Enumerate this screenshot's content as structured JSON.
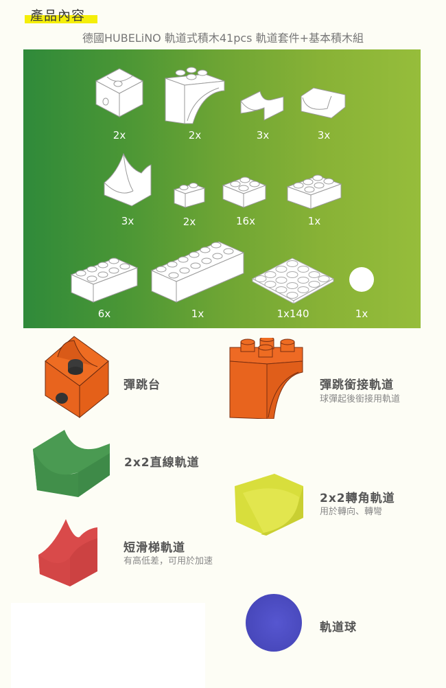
{
  "header": {
    "section_title": "產品內容",
    "highlight_color": "#f4ee0a",
    "subtitle": "德國HUBELiNO 軌道式積木41pcs 軌道套件+基本積木組"
  },
  "panel": {
    "gradient_start": "#2f8a3a",
    "gradient_end": "#96bd3b",
    "rows": [
      [
        {
          "piece": "bounce-block",
          "qty": "2x"
        },
        {
          "piece": "bounce-connector",
          "qty": "2x"
        },
        {
          "piece": "straight-track",
          "qty": "3x"
        },
        {
          "piece": "corner-track",
          "qty": "3x"
        }
      ],
      [
        {
          "piece": "short-slide",
          "qty": "3x"
        },
        {
          "piece": "brick-2x1",
          "qty": "2x"
        },
        {
          "piece": "brick-2x2",
          "qty": "16x"
        },
        {
          "piece": "brick-3x2",
          "qty": "1x"
        }
      ],
      [
        {
          "piece": "brick-4x2",
          "qty": "6x"
        },
        {
          "piece": "brick-6x2",
          "qty": "1x"
        },
        {
          "piece": "base-plate-4x4",
          "qty": "1x140"
        },
        {
          "piece": "ball",
          "qty": "1x"
        }
      ]
    ]
  },
  "cards": [
    {
      "name": "彈跳台",
      "desc": "",
      "color": "#e8641e"
    },
    {
      "name": "彈跳銜接軌道",
      "desc": "球彈起後銜接用軌道",
      "color": "#ea6320"
    },
    {
      "name": "2x2直線軌道",
      "desc": "",
      "color": "#4a9a52"
    },
    {
      "name": "2x2轉角軌道",
      "desc": "用於轉向、轉彎",
      "color": "#d6dc3a"
    },
    {
      "name": "短滑梯軌道",
      "desc": "有高低差，可用於加速",
      "color": "#d94a4a"
    },
    {
      "name": "軌道球",
      "desc": "",
      "color": "#4f4fc6"
    }
  ]
}
